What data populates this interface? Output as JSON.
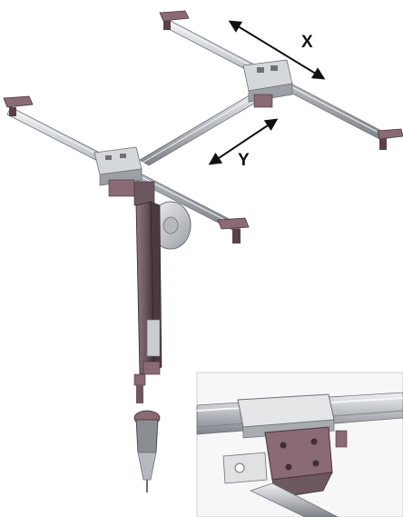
{
  "axes": {
    "x_label": "X",
    "y_label": "Y"
  },
  "colors": {
    "rail": "#b8bcc1",
    "rail_dark": "#7d8288",
    "rail_light": "#e6e8ea",
    "end_plate": "#8a6a73",
    "end_plate_dark": "#5b3f47",
    "carriage": "#d5d8db",
    "column": "#6e5860",
    "arrow": "#111111"
  },
  "icons": [
    "gantry-robot-drawing",
    "detail-inset-drawing"
  ]
}
